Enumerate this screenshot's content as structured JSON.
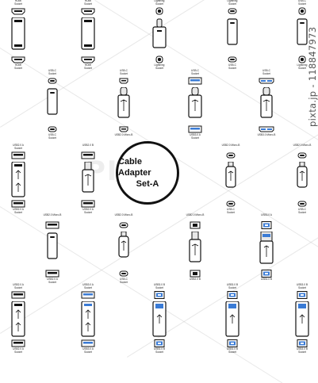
{
  "title_lines": [
    "Cable Adapter",
    "Set-A"
  ],
  "watermark": "PIXTA",
  "credit": "pixta.jp - 118847973",
  "adapters": [
    {
      "top": [
        "HDMI",
        "Socket"
      ],
      "bottom": [
        "HDMI",
        "Socket"
      ],
      "body": "hdmi-socket",
      "bottom_plug": "hdmi"
    },
    {
      "top": [
        "HDMI",
        "Socket"
      ],
      "bottom": [
        "HDMI",
        "Socket"
      ],
      "body": "hdmi-socket",
      "bottom_plug": "hdmi"
    },
    {
      "top": [
        "Lightning",
        "Socket"
      ],
      "bottom": [
        "Lightning",
        "Socket"
      ],
      "body": "lightning-plug",
      "bottom_plug": "lightning"
    },
    {
      "top": [
        "Lightning",
        "Socket"
      ],
      "bottom": [
        "USB-C",
        "Socket"
      ],
      "body": "small-socket",
      "bottom_plug": "usbc"
    },
    {
      "top": [
        "USB-C",
        "Socket"
      ],
      "bottom": [
        "Lightning",
        "Socket"
      ],
      "body": "small-socket",
      "bottom_plug": "lightning"
    },
    {
      "top": [
        "USB-C",
        "Socket"
      ],
      "bottom": [
        "USB-C",
        "Socket"
      ],
      "body": "small-socket",
      "bottom_plug": "usbc"
    },
    {
      "top": [
        "USB-C",
        "Socket"
      ],
      "bottom": [
        "USB2.0 Micro-B",
        ""
      ],
      "body": "usbc-plug",
      "bottom_plug": "microb"
    },
    {
      "top": [
        "USB-C",
        "Socket"
      ],
      "bottom": [
        "USB3.0 A",
        "Socket"
      ],
      "body": "usbc-plug-wide",
      "bottom_plug": "usba-blue"
    },
    {
      "top": [
        "USB-C",
        "Socket"
      ],
      "bottom": [
        "USB3.0 Micro-B",
        ""
      ],
      "body": "usbc-plug",
      "bottom_plug": "microb3"
    },
    {
      "top": [
        "USB2.0 A",
        "Socket"
      ],
      "bottom": [
        "USB2.0 A",
        "Socket"
      ],
      "body": "usba-socket",
      "bottom_plug": "usba"
    },
    {
      "top": [
        "USB2.0 B",
        ""
      ],
      "bottom": [
        "USB2.0 A",
        "Socket"
      ],
      "body": "usbb-plug",
      "bottom_plug": "usba"
    },
    {
      "top": [
        "USB2.0 Micro-B",
        ""
      ],
      "bottom": [
        "USB-C",
        "Socket"
      ],
      "body": "microb-plug",
      "bottom_plug": "usbc"
    },
    {
      "top": [
        "USB2.0 Micro-B",
        ""
      ],
      "bottom": [
        "USB-C",
        "Socket"
      ],
      "body": "microb-plug",
      "bottom_plug": "usbc"
    },
    {
      "top": [
        "USB2.0 Micro-B",
        ""
      ],
      "bottom": [
        "USB2.0 A",
        "Socket"
      ],
      "body": "small-socket",
      "bottom_plug": "usba"
    },
    {
      "top": [
        "USB2.0 Micro-B",
        ""
      ],
      "bottom": [
        "USB-C",
        "Socket"
      ],
      "body": "microb-plug",
      "bottom_plug": "usbc"
    },
    {
      "top": [
        "USB2.0 Micro-B",
        ""
      ],
      "bottom": [
        "USB2.0 B",
        ""
      ],
      "body": "usbb-plug",
      "bottom_plug": "usbb"
    },
    {
      "top": [
        "USB3.0 A",
        ""
      ],
      "bottom": [
        "USB3.0 B",
        ""
      ],
      "body": "usba3-plug",
      "bottom_plug": "usbb3"
    },
    {
      "top": [
        "USB2.0 A",
        "Socket"
      ],
      "bottom": [
        "USB2.0 A",
        "Socket"
      ],
      "body": "usba-socket",
      "bottom_plug": "usba"
    },
    {
      "top": [
        "USB3.0 A",
        "Socket"
      ],
      "bottom": [
        "USB3.0 A",
        "Socket"
      ],
      "body": "usba-socket-blue",
      "bottom_plug": "usba-blue"
    },
    {
      "top": [
        "USB3.0 B",
        "Socket"
      ],
      "bottom": [
        "USB3.0 B",
        "Socket"
      ],
      "body": "usbb-socket-blue",
      "bottom_plug": "usbb3"
    },
    {
      "top": [
        "USB3.0 B",
        "Socket"
      ],
      "bottom": [
        "USB3.0 B",
        "Socket"
      ],
      "body": "usbb-socket-blue",
      "bottom_plug": "usbb3"
    },
    {
      "top": [
        "USB3.0 B",
        "Socket"
      ],
      "bottom": [
        "USB3.0 B",
        "Socket"
      ],
      "body": "usbb-socket-blue",
      "bottom_plug": "usbb3"
    }
  ],
  "colors": {
    "line": "#111111",
    "usb3_blue": "#3a7bd5",
    "body_fill": "#ffffff",
    "metal": "#e8e8e8"
  }
}
